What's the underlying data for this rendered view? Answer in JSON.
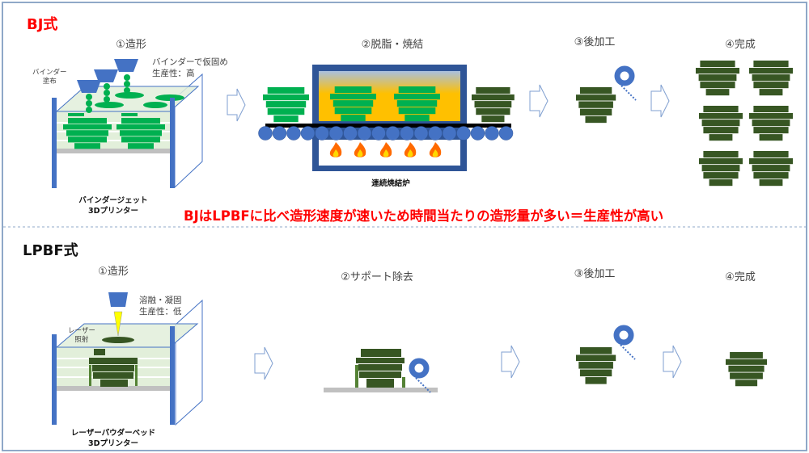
{
  "colors": {
    "accent_red": "#ff0000",
    "blue": "#4472c4",
    "green": "#00b050",
    "dark_green": "#375623",
    "furnace": "#2f5597",
    "flame": "#ffc000"
  },
  "bj": {
    "title": "BJ式",
    "step1": "①造形",
    "step1_note": [
      "バインダーで仮固め",
      "生産性：高"
    ],
    "binder_label": [
      "バインダー",
      "塗布"
    ],
    "printer_caption": [
      "バインダージェット",
      "3Dプリンター"
    ],
    "step2": "②脱脂・焼結",
    "furnace_caption": "連続焼結炉",
    "step3": "③後加工",
    "step4": "④完成"
  },
  "conclusion": "BJはLPBFに比べ造形速度が速いため時間当たりの造形量が多い＝生産性が高い",
  "lpbf": {
    "title": "LPBF式",
    "step1": "①造形",
    "step1_note": [
      "溶融・凝固",
      "生産性：低"
    ],
    "laser_label": [
      "レーザー",
      "照射"
    ],
    "printer_caption": [
      "レーザーパウダーベッド",
      "3Dプリンター"
    ],
    "step2": "②サポート除去",
    "step3": "③後加工",
    "step4": "④完成"
  }
}
